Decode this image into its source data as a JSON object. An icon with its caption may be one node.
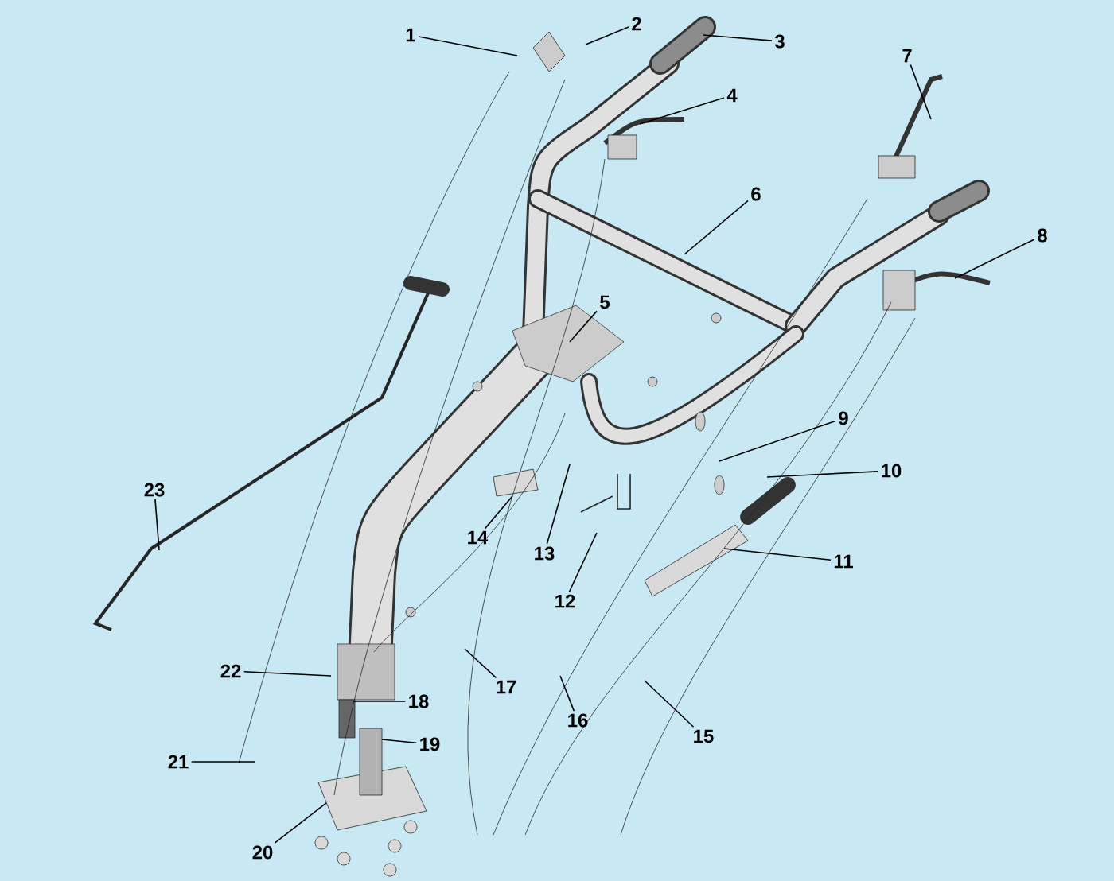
{
  "diagram": {
    "nodes": [
      {
        "text": [
          "1"
        ]
      },
      {
        "text": [
          "2"
        ]
      },
      {
        "text": [
          "3"
        ]
      },
      {
        "text": [
          "4"
        ]
      },
      {
        "text": [
          "5"
        ]
      },
      {
        "text": [
          "6"
        ]
      },
      {
        "text": [
          "7"
        ]
      },
      {
        "text": [
          "8"
        ]
      },
      {
        "text": [
          "9"
        ]
      },
      {
        "text": [
          "10"
        ]
      },
      {
        "text": [
          "11"
        ]
      },
      {
        "text": [
          "12"
        ]
      },
      {
        "text": [
          "13"
        ]
      },
      {
        "text": [
          "14"
        ]
      },
      {
        "text": [
          "15"
        ]
      },
      {
        "text": [
          "16"
        ]
      },
      {
        "text": [
          "17"
        ]
      },
      {
        "text": [
          "18"
        ]
      },
      {
        "text": [
          "19"
        ]
      },
      {
        "text": [
          "20"
        ]
      },
      {
        "text": [
          "21"
        ]
      },
      {
        "text": [
          "22"
        ]
      },
      {
        "text": [
          "23"
        ]
      }
    ],
    "edges": [
      {
        "from": 0,
        "to": null,
        "arrow": "none"
      },
      {
        "from": 1,
        "to": null,
        "arrow": "none"
      },
      {
        "from": 2,
        "to": null,
        "arrow": "none"
      },
      {
        "from": 3,
        "to": null,
        "arrow": "none"
      },
      {
        "from": 4,
        "to": null,
        "arrow": "none"
      },
      {
        "from": 5,
        "to": null,
        "arrow": "none"
      },
      {
        "from": 6,
        "to": null,
        "arrow": "none"
      },
      {
        "from": 7,
        "to": null,
        "arrow": "none"
      },
      {
        "from": 8,
        "to": null,
        "arrow": "none"
      },
      {
        "from": 9,
        "to": null,
        "arrow": "none"
      },
      {
        "from": 10,
        "to": null,
        "arrow": "none"
      },
      {
        "from": 11,
        "to": null,
        "arrow": "none"
      },
      {
        "from": 12,
        "to": null,
        "arrow": "none"
      },
      {
        "from": 13,
        "to": null,
        "arrow": "none"
      },
      {
        "from": 14,
        "to": null,
        "arrow": "none"
      },
      {
        "from": 15,
        "to": null,
        "arrow": "none"
      },
      {
        "from": 16,
        "to": null,
        "arrow": "none"
      },
      {
        "from": 17,
        "to": null,
        "arrow": "none"
      },
      {
        "from": 18,
        "to": null,
        "arrow": "none"
      },
      {
        "from": 19,
        "to": null,
        "arrow": "none"
      },
      {
        "from": 20,
        "to": null,
        "arrow": "none"
      },
      {
        "from": 21,
        "to": null,
        "arrow": "none"
      },
      {
        "from": 22,
        "to": null,
        "arrow": "none"
      }
    ]
  }
}
